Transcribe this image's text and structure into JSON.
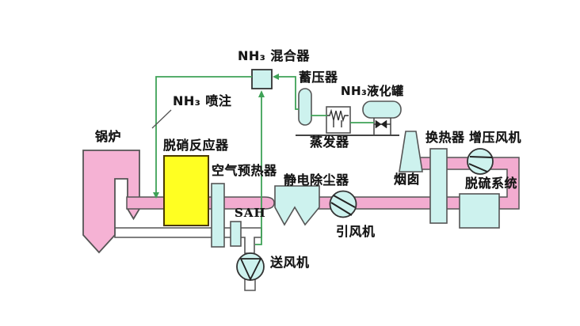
{
  "diagram_title": "SCR denitrification flue-gas system flow diagram",
  "labels": {
    "boiler": "锅炉",
    "scr_reactor": "脱硝反应器",
    "nh3_mixer": "NH₃ 混合器",
    "nh3_injection": "NH₃ 喷注",
    "accumulator": "蓄压器",
    "nh3_tank": "NH₃液化罐",
    "evaporator": "蒸发器",
    "air_preheater": "空气预热器",
    "sah": "SAH",
    "esp": "静电除尘器",
    "induced_draft_fan": "引风机",
    "forced_draft_fan": "送风机",
    "chimney": "烟囱",
    "heat_exchanger": "换热器",
    "booster_fan": "增压风机",
    "fgd_system": "脱硫系统"
  },
  "colors": {
    "flue_duct_pink": "#F2ACD0",
    "boiler_pink": "#F5B2D4",
    "equipment_cyan": "#CDF2EE",
    "reactor_yellow": "#FFFF22",
    "ammonia_pipe_green": "#3FA257",
    "outline_dark": "#555555",
    "text": "#161616",
    "background": "#FFFFFF"
  }
}
